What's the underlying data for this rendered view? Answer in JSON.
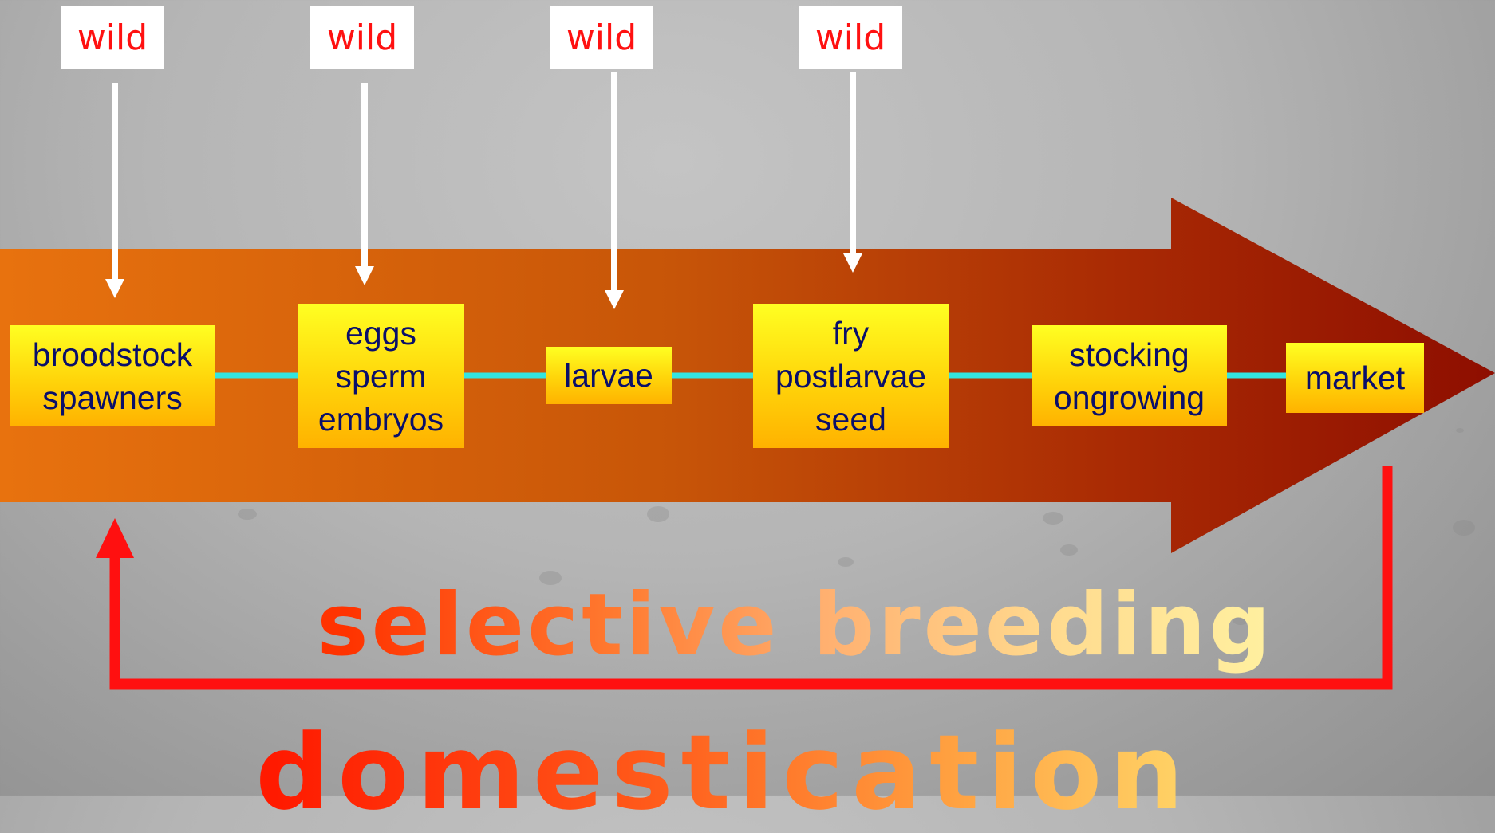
{
  "wild_labels": [
    "wild",
    "wild",
    "wild",
    "wild"
  ],
  "stages": [
    {
      "lines": [
        "broodstock",
        "spawners"
      ]
    },
    {
      "lines": [
        "eggs",
        "sperm",
        "embryos"
      ]
    },
    {
      "lines": [
        "larvae"
      ]
    },
    {
      "lines": [
        "fry",
        "postlarvae",
        "seed"
      ]
    },
    {
      "lines": [
        "stocking",
        "ongrowing"
      ]
    },
    {
      "lines": [
        "market"
      ]
    }
  ],
  "captions": {
    "selective": "selective breeding",
    "domestication": "domestication"
  },
  "colors": {
    "arrow_start": "#e8720e",
    "arrow_end": "#8e0e00",
    "connector": "#33e5e0",
    "wild_text": "#ff1111",
    "feedback_arrow": "#ff1010",
    "stage_text": "#0a0f6a"
  }
}
